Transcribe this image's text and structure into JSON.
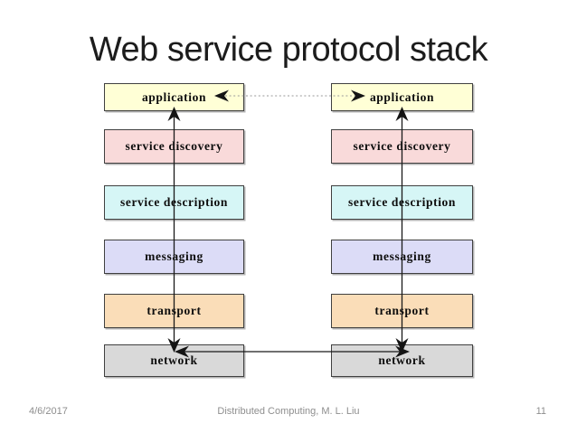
{
  "slide": {
    "title": "Web service protocol stack",
    "footer": {
      "date": "4/6/2017",
      "center": "Distributed Computing, M. L. Liu",
      "slide_number": "11"
    }
  },
  "diagram": {
    "layers": [
      {
        "name": "application",
        "fill": "#FFFFD6"
      },
      {
        "name": "service discovery",
        "fill": "#F9DADA"
      },
      {
        "name": "service description",
        "fill": "#D6F6F6"
      },
      {
        "name": "messaging",
        "fill": "#DCDCF7"
      },
      {
        "name": "transport",
        "fill": "#FADDB8"
      },
      {
        "name": "network",
        "fill": "#D9D9D9"
      }
    ],
    "columns": [
      "left",
      "right"
    ],
    "connections": [
      {
        "from": "application (left)",
        "to": "application (right)",
        "style": "dotted",
        "arrows": "both-ends"
      },
      {
        "from": "network (left)",
        "to": "network (right)",
        "style": "solid",
        "arrows": "both-ends"
      },
      {
        "from": "network (left)",
        "to": "application (left)",
        "style": "solid-vertical",
        "arrows": "both-ends"
      },
      {
        "from": "network (right)",
        "to": "application (right)",
        "style": "solid-vertical",
        "arrows": "both-ends"
      }
    ],
    "line_colors": {
      "dotted_link": "#9A9A9A",
      "solid_link": "#1A1A1A",
      "border": "#404040"
    }
  }
}
